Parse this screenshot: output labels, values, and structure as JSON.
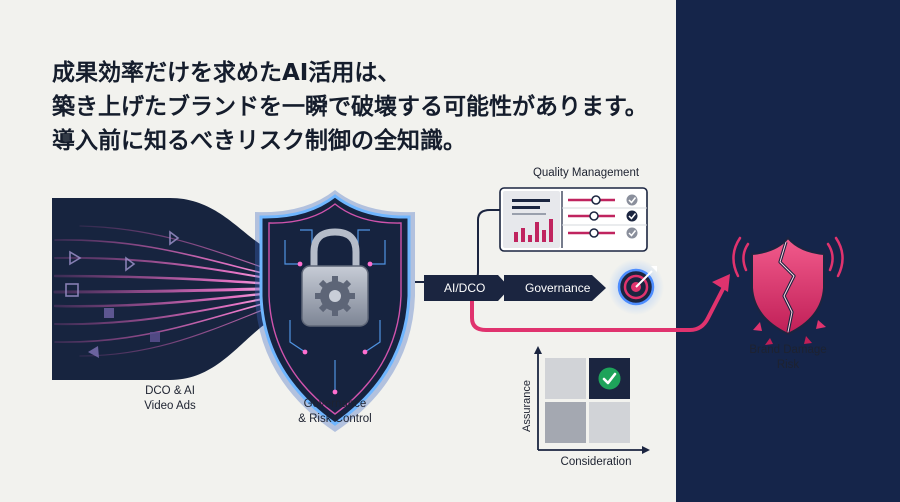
{
  "headline": {
    "line1": "成果効率だけを求めたAI活用は、",
    "line2": "築き上げたブランドを一瞬で破壊する可能性があります。",
    "line3": "導入前に知るべきリスク制御の全知識。"
  },
  "diagram": {
    "source_label_line1": "DCO & AI",
    "source_label_line2": "Video Ads",
    "shield_label_line1": "Governance",
    "shield_label_line2": "& Risk Control",
    "quality_label": "Quality Management",
    "arrow_label_1": "AI/DCO",
    "arrow_label_2": "Governance",
    "risk_label_line1": "Brand Damage",
    "risk_label_line2": "Risk",
    "matrix_y_label": "Assurance",
    "matrix_x_label": "Consideration"
  },
  "colors": {
    "navy": "#15254a",
    "accent_pink": "#e0336e",
    "stream_pink": "#ff5fc8",
    "text_dark": "#151d2c",
    "check_green": "#1ea35a",
    "arrow_dark": "#1b2540"
  },
  "icons": [
    "lock-icon",
    "gear-icon",
    "target-icon",
    "broken-shield-icon",
    "check-icon"
  ]
}
